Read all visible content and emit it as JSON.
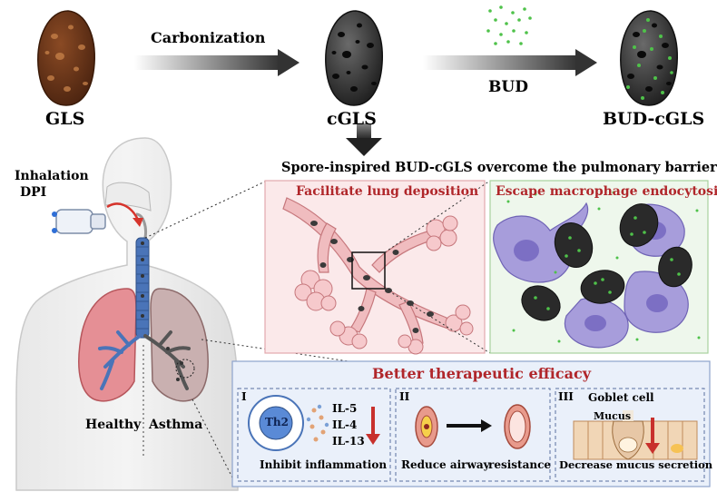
{
  "top_row": {
    "gls_label": "GLS",
    "cgls_label": "cGLS",
    "bud_cgls_label": "BUD-cGLS",
    "carbonization_label": "Carbonization",
    "bud_label": "BUD"
  },
  "banner": "Spore-inspired BUD-cGLS overcome the pulmonary barriers",
  "human": {
    "inhalation_line1": "Inhalation",
    "inhalation_line2": "DPI",
    "healthy_label": "Healthy",
    "asthma_label": "Asthma"
  },
  "panels": {
    "deposition_title": "Facilitate lung deposition",
    "macrophage_title": "Escape macrophage endocytosis"
  },
  "efficacy": {
    "title": "Better therapeutic efficacy",
    "sub1": {
      "numeral": "I",
      "cell_label": "Th2",
      "il5": "IL-5",
      "il4": "IL-4",
      "il13": "IL-13",
      "caption": "Inhibit inflammation"
    },
    "sub2": {
      "numeral": "II",
      "caption_a": "Reduce airway",
      "caption_b": "resistance"
    },
    "sub3": {
      "numeral": "III",
      "goblet_label": "Goblet cell",
      "mucus_label": "Mucus",
      "caption": "Decrease mucus secretion"
    }
  },
  "colors": {
    "title_red": "#b0262a",
    "panel_pink_bg": "#fbe9ea",
    "panel_green_bg": "#eef7ec",
    "panel_blue_bg": "#eaf0fa",
    "particle_green": "#4fc24a",
    "macrophage_purple": "#a79ddb"
  }
}
